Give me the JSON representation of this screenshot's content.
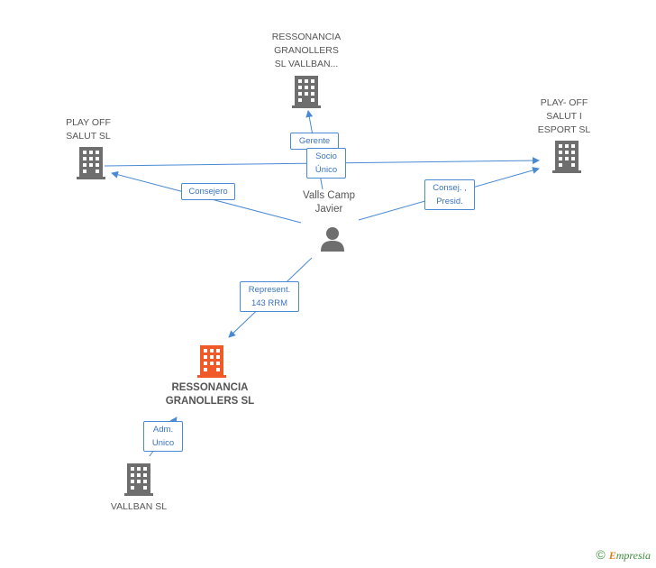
{
  "nodes": {
    "top": {
      "lines": [
        "RESSONANCIA",
        "GRANOLLERS",
        "SL VALLBAN..."
      ]
    },
    "left": {
      "lines": [
        "PLAY OFF",
        "SALUT SL"
      ]
    },
    "right": {
      "lines": [
        "PLAY- OFF",
        "SALUT I",
        "ESPORT SL"
      ]
    },
    "person": {
      "lines": [
        "Valls Camp",
        "Javier"
      ]
    },
    "main": {
      "lines": [
        "RESSONANCIA",
        "GRANOLLERS SL"
      ]
    },
    "bottom": {
      "lines": [
        "VALLBAN SL"
      ]
    }
  },
  "edges": {
    "gerente": {
      "lines": [
        "Gerente"
      ]
    },
    "socio": {
      "lines": [
        "Socio",
        "Único"
      ]
    },
    "consejero": {
      "lines": [
        "Consejero"
      ]
    },
    "consej_presid": {
      "lines": [
        "Consej. ,",
        "Presid."
      ]
    },
    "represent": {
      "lines": [
        "Represent.",
        "143 RRM"
      ]
    },
    "adm": {
      "lines": [
        "Adm.",
        "Unico"
      ]
    }
  },
  "colors": {
    "edge": "#4a8ad4",
    "building": "#6e6e6e",
    "highlight": "#f05a28",
    "person": "#6e6e6e"
  },
  "footer": {
    "copyright": "©",
    "brand_initial": "E",
    "brand_rest": "mpresia"
  }
}
